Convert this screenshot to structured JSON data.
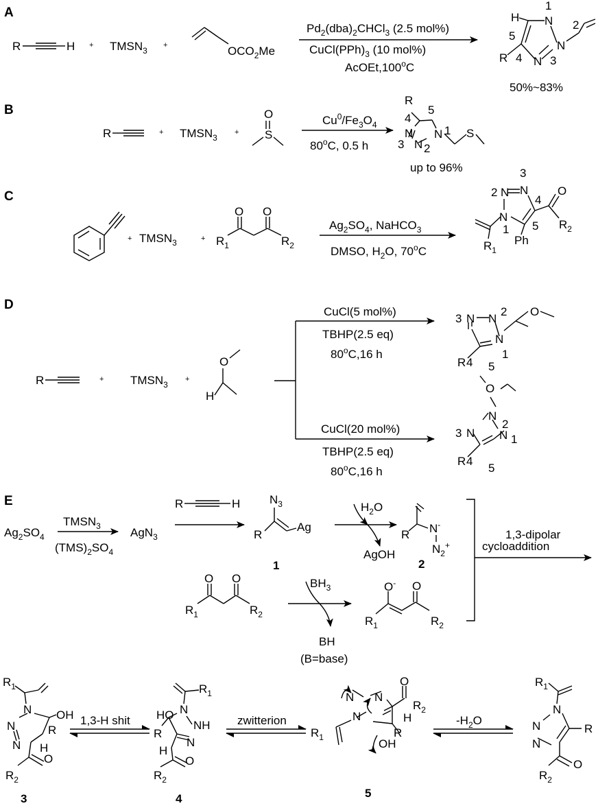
{
  "sections": {
    "A": {
      "label": "A",
      "reactants": [
        "R",
        "H",
        "+",
        "TMSN",
        "3",
        "+",
        "OCO",
        "2",
        "Me"
      ],
      "conditions": [
        "Pd",
        "2",
        "(dba)",
        "2",
        "CHCl",
        "3",
        " (2.5 mol%)",
        "CuCl(PPh)",
        "3",
        " (10 mol%)",
        "AcOEt,100",
        "o",
        "C"
      ],
      "product": {
        "atoms": [
          "H",
          "N",
          "N",
          "N",
          "R"
        ],
        "numbers": [
          "1",
          "2",
          "3",
          "4",
          "5"
        ]
      },
      "yield": "50%~83%"
    },
    "B": {
      "label": "B",
      "reactants": [
        "R",
        "+",
        "TMSN",
        "3",
        "+",
        "O",
        "S"
      ],
      "conditions": [
        "Cu",
        "0",
        "/Fe",
        "3",
        "O",
        "4",
        "80",
        "o",
        "C, 0.5 h"
      ],
      "product": {
        "atoms": [
          "R",
          "N",
          "N",
          "N",
          "S"
        ],
        "numbers": [
          "4",
          "5",
          "1",
          "2",
          "3"
        ]
      },
      "yield": "up to 96%"
    },
    "C": {
      "label": "C",
      "reactants": [
        "+",
        "TMSN",
        "3",
        "+",
        "O",
        "O",
        "R",
        "1",
        "R",
        "2"
      ],
      "conditions": [
        "Ag",
        "2",
        "SO",
        "4",
        ", NaHCO",
        "3",
        "DMSO, H",
        "2",
        "O, 70",
        "o",
        "C"
      ],
      "product": {
        "atoms": [
          "N",
          "N",
          "N",
          "O",
          "R",
          "2",
          "R",
          "1",
          "Ph"
        ],
        "numbers": [
          "3",
          "2",
          "4",
          "1",
          "5"
        ]
      }
    },
    "D": {
      "label": "D",
      "reactants": [
        "R",
        "+",
        "TMSN",
        "3",
        "+",
        "O",
        "H"
      ],
      "top": {
        "conditions": [
          "CuCl(5 mol%)",
          "TBHP(2.5 eq)",
          "80",
          "o",
          "C,16 h"
        ],
        "product": {
          "atoms": [
            "N",
            "N",
            "N",
            "O",
            "R"
          ],
          "numbers": [
            "3",
            "2",
            "1",
            "4",
            "5"
          ]
        }
      },
      "bottom": {
        "conditions": [
          "CuCl(20 mol%)",
          "TBHP(2.5 eq)",
          "80",
          "o",
          "C,16 h"
        ],
        "product": {
          "atoms": [
            "O",
            "N",
            "N",
            "N",
            "R"
          ],
          "numbers": [
            "2",
            "3",
            "1",
            "4",
            "5"
          ]
        }
      }
    },
    "E": {
      "label": "E",
      "step1": {
        "reactant": [
          "Ag",
          "2",
          "SO",
          "4"
        ],
        "above": [
          "TMSN",
          "3"
        ],
        "below": [
          "(TMS)",
          "2",
          "SO",
          "4"
        ],
        "product": [
          "AgN",
          "3"
        ]
      },
      "step2": {
        "reagent": [
          "R",
          "H"
        ],
        "product_atoms": [
          "N",
          "3",
          "R",
          "Ag"
        ],
        "compound": "1"
      },
      "step3": {
        "reagent": [
          "H",
          "2",
          "O"
        ],
        "byproduct": "AgOH",
        "product_atoms": [
          "R",
          "N",
          "-",
          "N",
          "2",
          "+"
        ],
        "compound": "2"
      },
      "step4": {
        "reactant_atoms": [
          "O",
          "O",
          "R",
          "1",
          "R",
          "2"
        ],
        "reagent": [
          "BH",
          "3"
        ],
        "byproduct": "BH",
        "note": "(B=base)",
        "product_atoms": [
          "O",
          "-",
          "O",
          "R",
          "1",
          "R",
          "2"
        ]
      },
      "cyclo": [
        "1,3-dipolar",
        "cycloaddition"
      ],
      "row2": {
        "c3": {
          "atoms": [
            "R",
            "1",
            "N",
            "N",
            "N",
            "OH",
            "R",
            "H",
            "O",
            "R",
            "2"
          ],
          "compound": "3"
        },
        "eq1": "1,3-H shit",
        "c4": {
          "atoms": [
            "R",
            "1",
            "HO",
            "N",
            "NH",
            "N",
            "R",
            "H",
            "O",
            "R",
            "2"
          ],
          "compound": "4"
        },
        "eq2": "zwitterion",
        "c5": {
          "atoms": [
            "N",
            "N",
            "N",
            "O",
            "R",
            "2",
            "H",
            "R",
            "1",
            "R",
            "OH"
          ],
          "compound": "5"
        },
        "eq3": [
          "-H",
          "2",
          "O"
        ],
        "c6": {
          "atoms": [
            "R",
            "1",
            "N",
            "N",
            "N",
            "R",
            "O",
            "R",
            "2"
          ]
        }
      }
    }
  }
}
